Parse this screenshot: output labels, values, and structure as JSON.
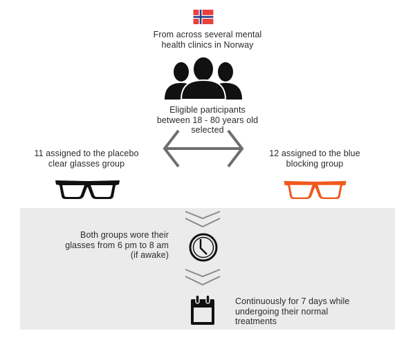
{
  "header": {
    "flag_icon": "norway-flag-icon",
    "source_lines": [
      "From across several mental",
      "health clinics in Norway"
    ]
  },
  "participants": {
    "icon": "people-group-icon",
    "lines": [
      "Eligible participants",
      "between 18 - 80 years old",
      "selected"
    ]
  },
  "split_arrow": {
    "icon": "double-headed-arrow-icon"
  },
  "groups": [
    {
      "label_lines": [
        "11 assigned to the placebo",
        "clear glasses group"
      ],
      "icon": "glasses-icon",
      "color": "#111111"
    },
    {
      "label_lines": [
        "12 assigned to the blue",
        "blocking group"
      ],
      "icon": "glasses-icon",
      "color": "#F05A1E"
    }
  ],
  "steps": [
    {
      "icon": "clock-icon",
      "lines": [
        "Both groups wore their",
        "glasses from 6 pm to 8 am",
        "(if awake)"
      ]
    },
    {
      "icon": "calendar-icon",
      "lines": [
        "Continuously for 7 days while",
        "undergoing their normal",
        "treatments"
      ]
    }
  ],
  "colors": {
    "flag_red": "#E8413C",
    "flag_blue": "#2B3F8C",
    "arrow_gray": "#6e6e6e",
    "chevron_gray": "#8a8a8a",
    "panel_bg": "#ebebeb",
    "orange": "#F05A1E"
  }
}
